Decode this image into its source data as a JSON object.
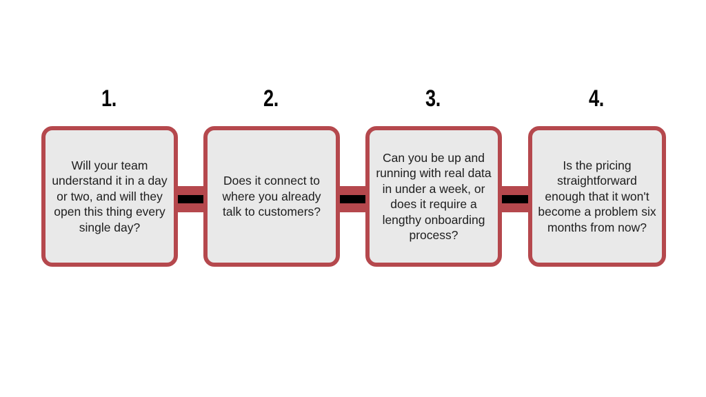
{
  "diagram": {
    "title_visible": false,
    "background_color": "#ffffff",
    "accent_color": "#b5484d",
    "box_fill_color": "#e9e9e9",
    "text_color": "#1d1d1d",
    "number_color": "#060606",
    "connector_core_color": "#000000",
    "steps": [
      {
        "number": "1.",
        "text": "Will your team understand it in a day or two, and will they open this thing every single day?"
      },
      {
        "number": "2.",
        "text": "Does it connect to where you already talk to customers?"
      },
      {
        "number": "3.",
        "text": "Can you be up and running with real data in under a week, or does it require a lengthy onboarding process?"
      },
      {
        "number": "4.",
        "text": "Is the pricing straightforward enough that it won't become a problem six months from now?"
      }
    ],
    "connectors": [
      {
        "from": "1",
        "to": "2"
      },
      {
        "from": "2",
        "to": "3"
      },
      {
        "from": "3",
        "to": "4"
      }
    ]
  }
}
